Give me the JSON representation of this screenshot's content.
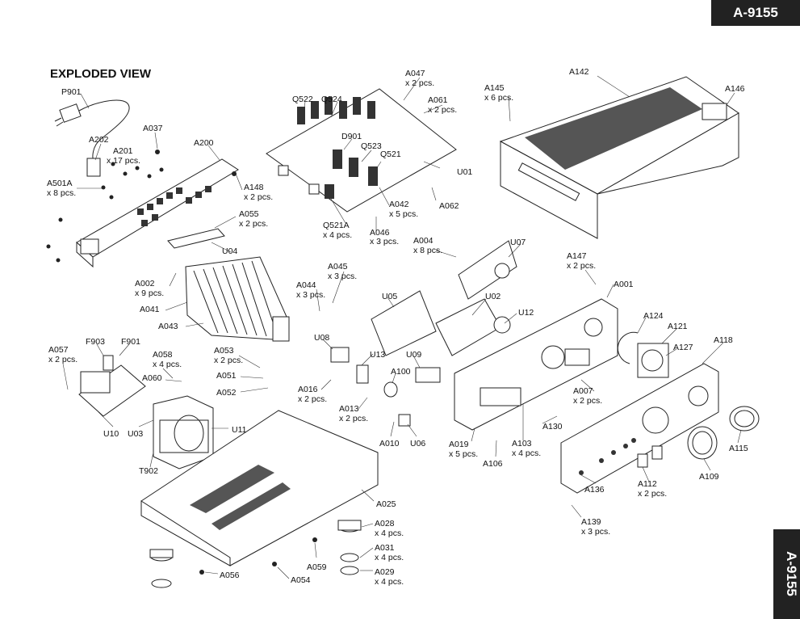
{
  "header": {
    "model_badge": "A-9155",
    "side_badge": "A-9155",
    "title": "EXPLODED VIEW"
  },
  "parts": [
    {
      "id": "p901",
      "label": "P901"
    },
    {
      "id": "a202",
      "label": "A202"
    },
    {
      "id": "a037",
      "label": "A037"
    },
    {
      "id": "a201",
      "label": "A201",
      "qty": "x 17 pcs."
    },
    {
      "id": "a200",
      "label": "A200"
    },
    {
      "id": "a501a",
      "label": "A501A",
      "qty": "x 8 pcs."
    },
    {
      "id": "a148",
      "label": "A148",
      "qty": "x 2 pcs."
    },
    {
      "id": "a055",
      "label": "A055",
      "qty": "x 2 pcs."
    },
    {
      "id": "u04",
      "label": "U04"
    },
    {
      "id": "a002",
      "label": "A002",
      "qty": "x 9 pcs."
    },
    {
      "id": "a041",
      "label": "A041"
    },
    {
      "id": "a043",
      "label": "A043"
    },
    {
      "id": "q522",
      "label": "Q522"
    },
    {
      "id": "q524",
      "label": "Q524"
    },
    {
      "id": "d901",
      "label": "D901"
    },
    {
      "id": "q523",
      "label": "Q523"
    },
    {
      "id": "q521",
      "label": "Q521"
    },
    {
      "id": "a047",
      "label": "A047",
      "qty": "x 2 pcs."
    },
    {
      "id": "a061",
      "label": "A061",
      "qty": "x 2 pcs."
    },
    {
      "id": "u01",
      "label": "U01"
    },
    {
      "id": "a062",
      "label": "A062"
    },
    {
      "id": "a042",
      "label": "A042",
      "qty": "x 5 pcs."
    },
    {
      "id": "a046",
      "label": "A046",
      "qty": "x 3 pcs."
    },
    {
      "id": "q521a",
      "label": "Q521A",
      "qty": "x 4 pcs."
    },
    {
      "id": "a145",
      "label": "A145",
      "qty": "x 6 pcs."
    },
    {
      "id": "a142",
      "label": "A142"
    },
    {
      "id": "a146",
      "label": "A146"
    },
    {
      "id": "a004",
      "label": "A004",
      "qty": "x 8 pcs."
    },
    {
      "id": "u07",
      "label": "U07"
    },
    {
      "id": "a045",
      "label": "A045",
      "qty": "x 3 pcs."
    },
    {
      "id": "a044",
      "label": "A044",
      "qty": "x 3 pcs."
    },
    {
      "id": "u05",
      "label": "U05"
    },
    {
      "id": "u02",
      "label": "U02"
    },
    {
      "id": "u12",
      "label": "U12"
    },
    {
      "id": "a147",
      "label": "A147",
      "qty": "x 2 pcs."
    },
    {
      "id": "a001",
      "label": "A001"
    },
    {
      "id": "a124",
      "label": "A124"
    },
    {
      "id": "a121",
      "label": "A121"
    },
    {
      "id": "a127",
      "label": "A127"
    },
    {
      "id": "a118",
      "label": "A118"
    },
    {
      "id": "u08",
      "label": "U08"
    },
    {
      "id": "u13",
      "label": "U13"
    },
    {
      "id": "u09",
      "label": "U09"
    },
    {
      "id": "a100",
      "label": "A100"
    },
    {
      "id": "a016",
      "label": "A016",
      "qty": "x 2 pcs."
    },
    {
      "id": "a013",
      "label": "A013",
      "qty": "x 2 pcs."
    },
    {
      "id": "a007",
      "label": "A007",
      "qty": "x 2 pcs."
    },
    {
      "id": "a057",
      "label": "A057",
      "qty": "x 2 pcs."
    },
    {
      "id": "f903",
      "label": "F903"
    },
    {
      "id": "f901",
      "label": "F901"
    },
    {
      "id": "a058",
      "label": "A058",
      "qty": "x 4 pcs."
    },
    {
      "id": "a060",
      "label": "A060"
    },
    {
      "id": "a053",
      "label": "A053",
      "qty": "x 2 pcs."
    },
    {
      "id": "a051",
      "label": "A051"
    },
    {
      "id": "a052",
      "label": "A052"
    },
    {
      "id": "u10",
      "label": "U10"
    },
    {
      "id": "u03",
      "label": "U03"
    },
    {
      "id": "u11",
      "label": "U11"
    },
    {
      "id": "t902",
      "label": "T902"
    },
    {
      "id": "a010",
      "label": "A010"
    },
    {
      "id": "u06",
      "label": "U06"
    },
    {
      "id": "a019",
      "label": "A019",
      "qty": "x 5 pcs."
    },
    {
      "id": "a106",
      "label": "A106"
    },
    {
      "id": "a103",
      "label": "A103",
      "qty": "x 4 pcs."
    },
    {
      "id": "a130",
      "label": "A130"
    },
    {
      "id": "a115",
      "label": "A115"
    },
    {
      "id": "a136",
      "label": "A136"
    },
    {
      "id": "a112",
      "label": "A112",
      "qty": "x 2 pcs."
    },
    {
      "id": "a109",
      "label": "A109"
    },
    {
      "id": "a139",
      "label": "A139",
      "qty": "x 3 pcs."
    },
    {
      "id": "a025",
      "label": "A025"
    },
    {
      "id": "a028",
      "label": "A028",
      "qty": "x 4 pcs."
    },
    {
      "id": "a031",
      "label": "A031",
      "qty": "x 4 pcs."
    },
    {
      "id": "a029",
      "label": "A029",
      "qty": "x 4 pcs."
    },
    {
      "id": "a059",
      "label": "A059"
    },
    {
      "id": "a054",
      "label": "A054"
    },
    {
      "id": "a056",
      "label": "A056"
    }
  ]
}
